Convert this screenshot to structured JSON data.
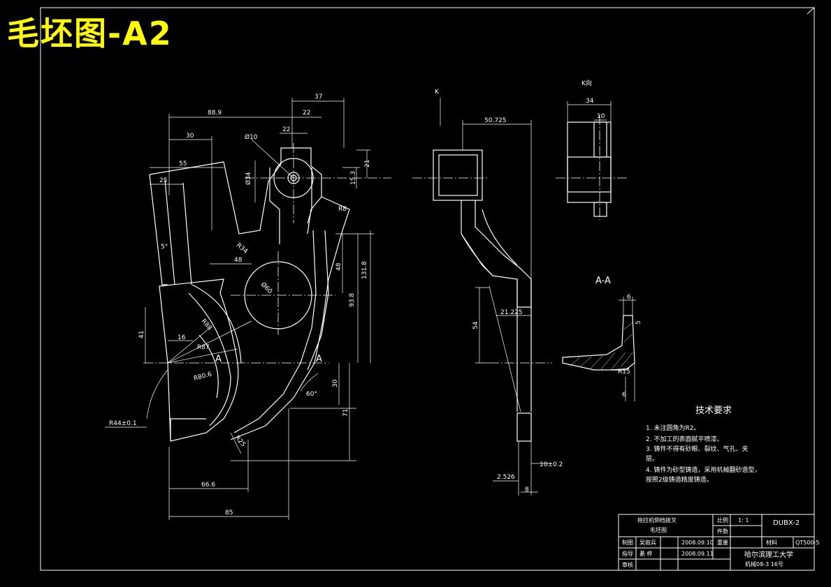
{
  "title": "毛坯图-A2",
  "colors": {
    "background": "#000000",
    "lines": "#ffffff",
    "title": "#ffff00"
  },
  "views": {
    "front": {
      "dims": {
        "d37": "37",
        "d22a": "22",
        "d22b": "22",
        "d889": "88.9",
        "d30": "30",
        "phi10": "Ø10",
        "d55": "55",
        "d25": "25",
        "phi34": "Ø34",
        "d21": "21",
        "d153": "15.3",
        "r8": "R8",
        "r34": "R34",
        "d48a": "48",
        "d48b": "48",
        "d1318": "131.8",
        "phi60": "Ø60",
        "d938": "93.8",
        "r88": "R88",
        "d41": "41",
        "d16": "16",
        "r87": "R87",
        "r806": "R80.6",
        "d30b": "30",
        "ang60": "60°",
        "d71": "71",
        "r25": "R25",
        "d666": "66.6",
        "d85": "85",
        "r44": "R44±0.1",
        "ang5": "5°",
        "secA1": "A",
        "secA2": "A"
      }
    },
    "side": {
      "dims": {
        "k": "K",
        "d50725": "50.725",
        "d21225": "21.225",
        "d54": "54",
        "d10": "10±0.2",
        "d2526": "2.526",
        "d8": "8"
      }
    },
    "kview": {
      "label": "K向",
      "d34": "34",
      "d10": "10"
    },
    "section": {
      "label": "A-A",
      "d6a": "6",
      "d5": "5",
      "r15": "R15",
      "d6b": "6"
    }
  },
  "notes": {
    "heading": "技术要求",
    "items": [
      "1. 未注圆角为R2。",
      "2. 不加工的表面腻平喷漆。",
      "3. 铸件不得有砂眼、裂纹、气孔、夹",
      "   层。",
      "4. 铸件为砂型铸造，采用机械翻砂造型，",
      "   按照2级铸造精度铸造。"
    ]
  },
  "title_block": {
    "name_line1": "拖拉机倒档拨叉",
    "name_line2": "毛坯图",
    "scale_label": "比例",
    "scale_value": "1: 1",
    "qty_label": "件数",
    "drawing_no": "DUBX-2",
    "drawn_label": "制图",
    "drawn_name": "吴叙兵",
    "drawn_date": "2008.09.10",
    "weight_label": "重量",
    "material_label": "材料",
    "material_value": "QT500-5",
    "check_label": "指导",
    "check_name": "綦 梓",
    "check_date": "2008.09.11",
    "review_label": "审核",
    "school": "哈尔滨理工大学",
    "class": "机械08-3  16号"
  }
}
